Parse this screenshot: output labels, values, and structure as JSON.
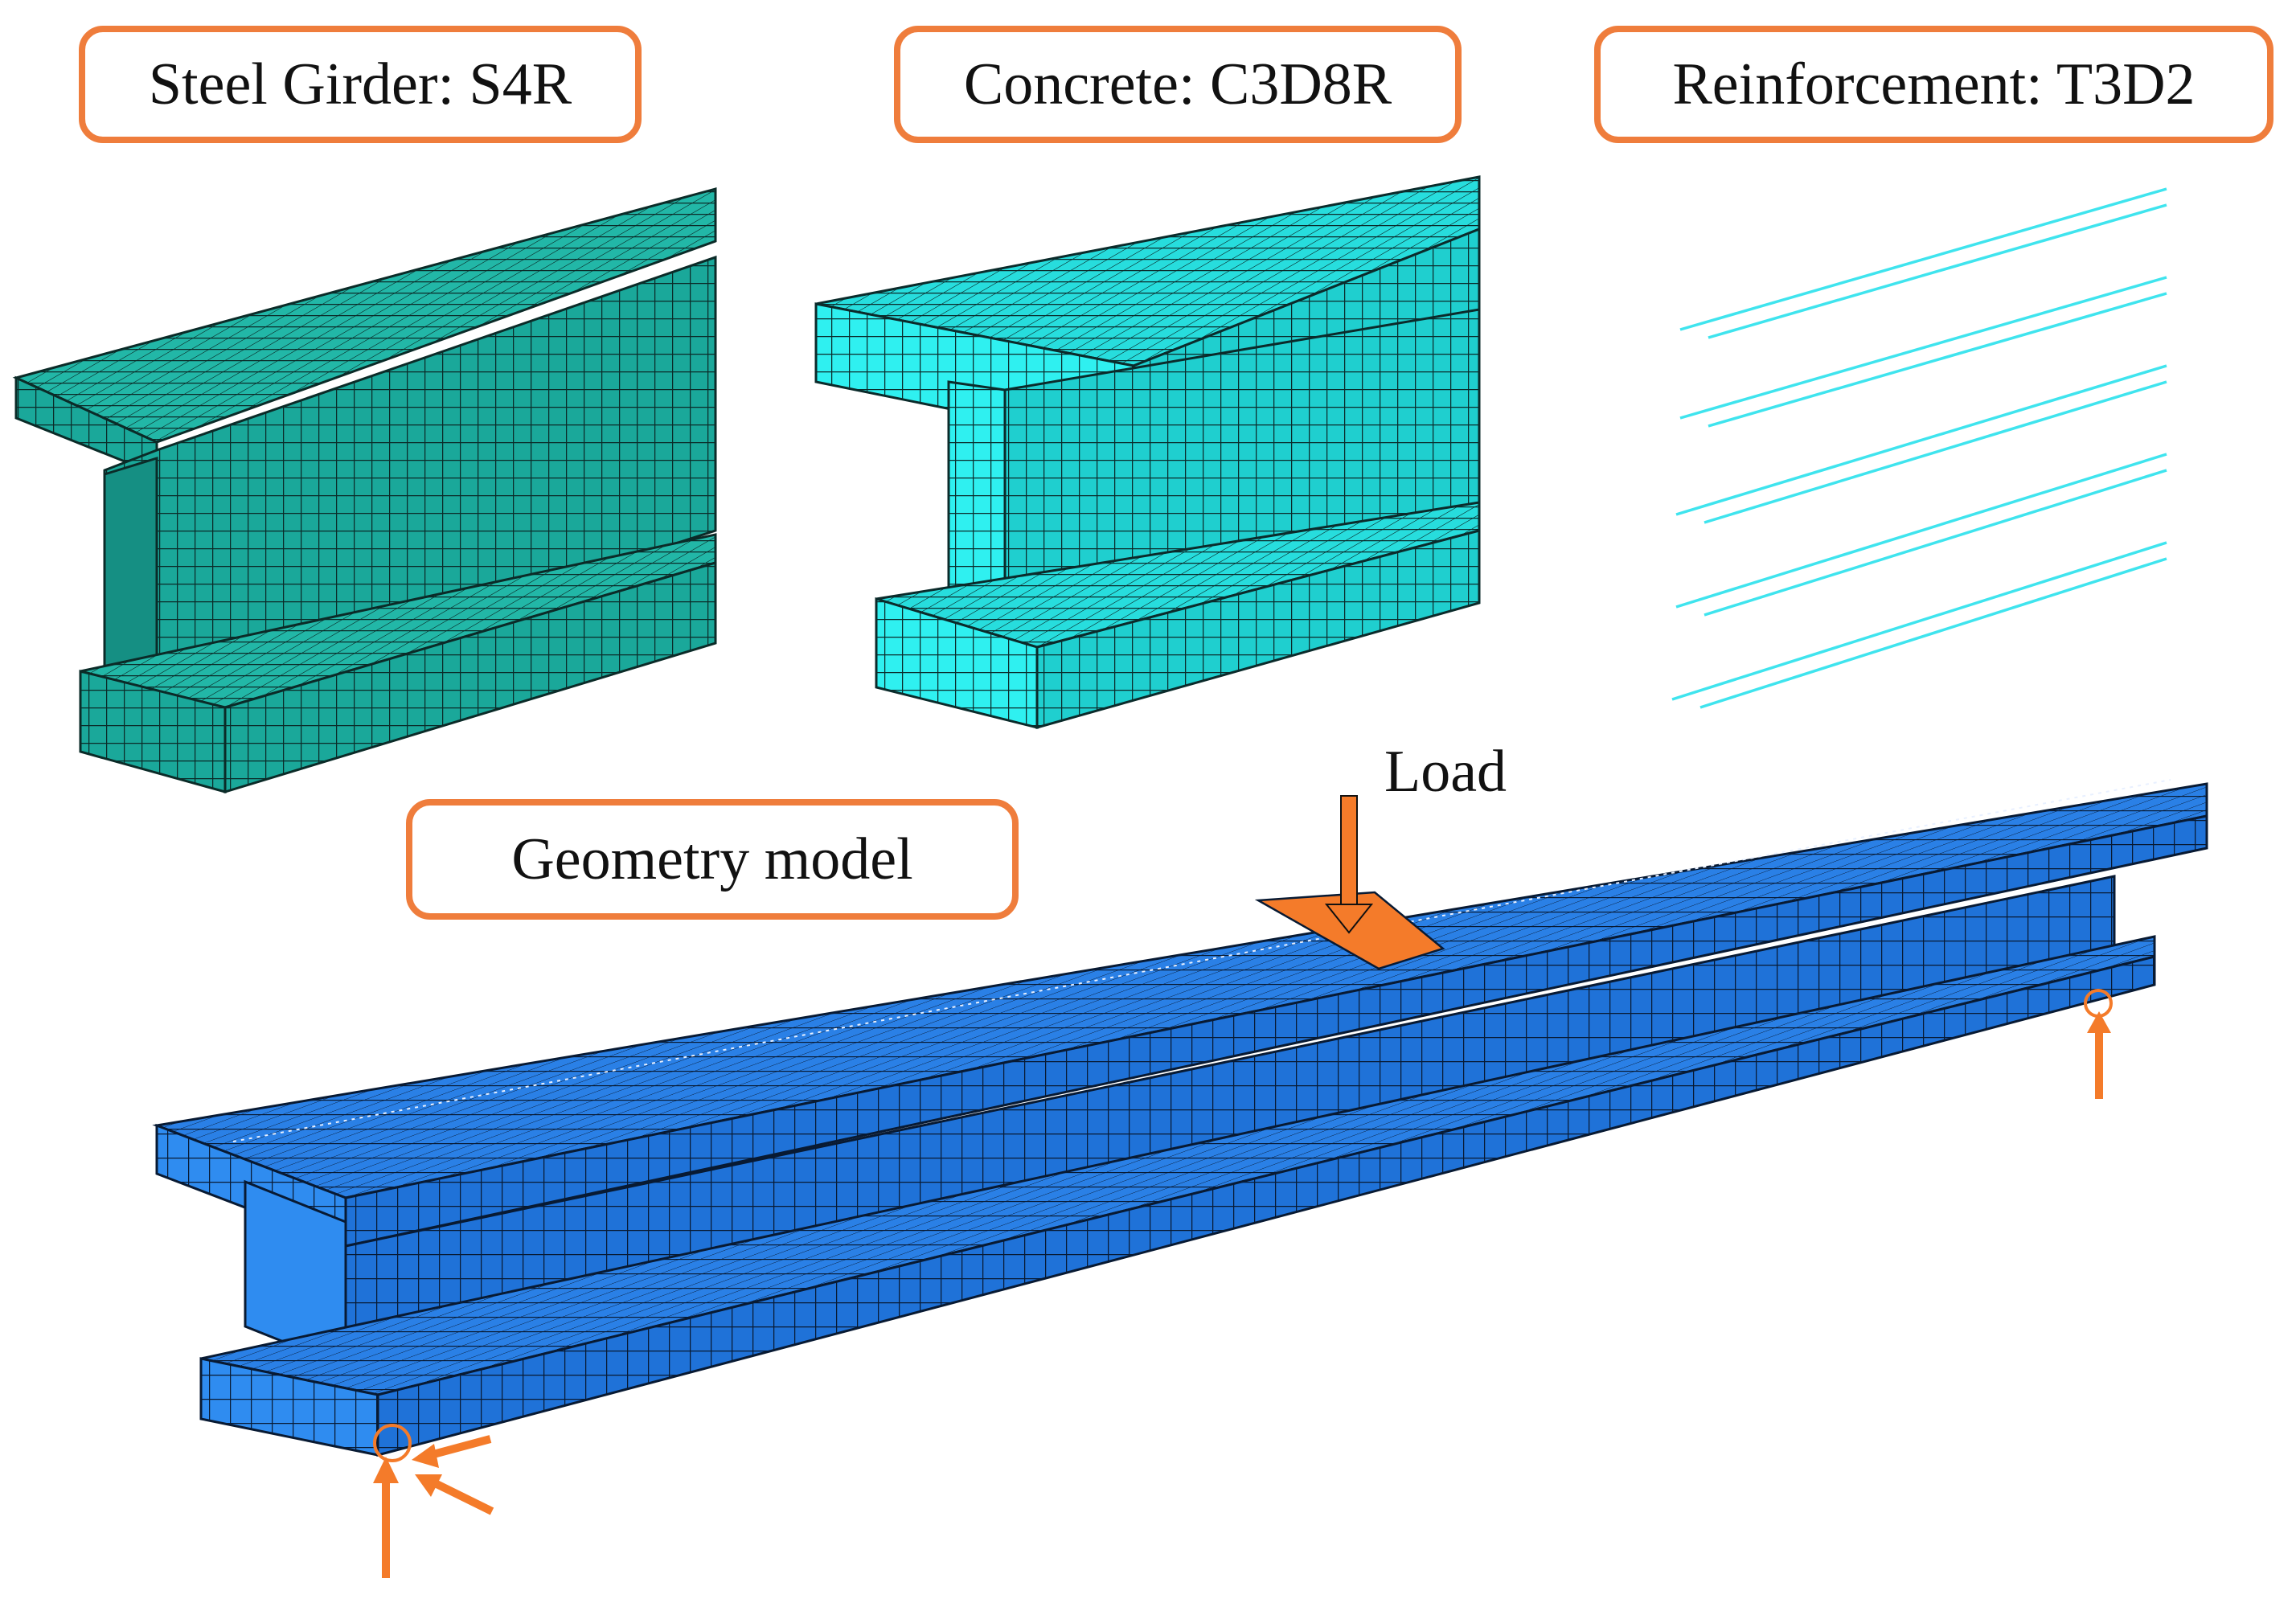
{
  "labels": {
    "steel_girder": "Steel Girder: S4R",
    "concrete": "Concrete: C3D8R",
    "reinforcement": "Reinforcement: T3D2",
    "geometry_model": "Geometry model",
    "load": "Load"
  },
  "colors": {
    "label_border": "#ef7d3c",
    "steel_mesh": "#1aa89a",
    "concrete_mesh": "#22e0e0",
    "rebar": "#3fe4ee",
    "model_mesh": "#1f72d8",
    "load_marker": "#f47b2a",
    "mesh_line": "#0a1e2a"
  },
  "icons": {
    "load": "down-arrow-icon",
    "supports": "up-arrow-icon"
  }
}
